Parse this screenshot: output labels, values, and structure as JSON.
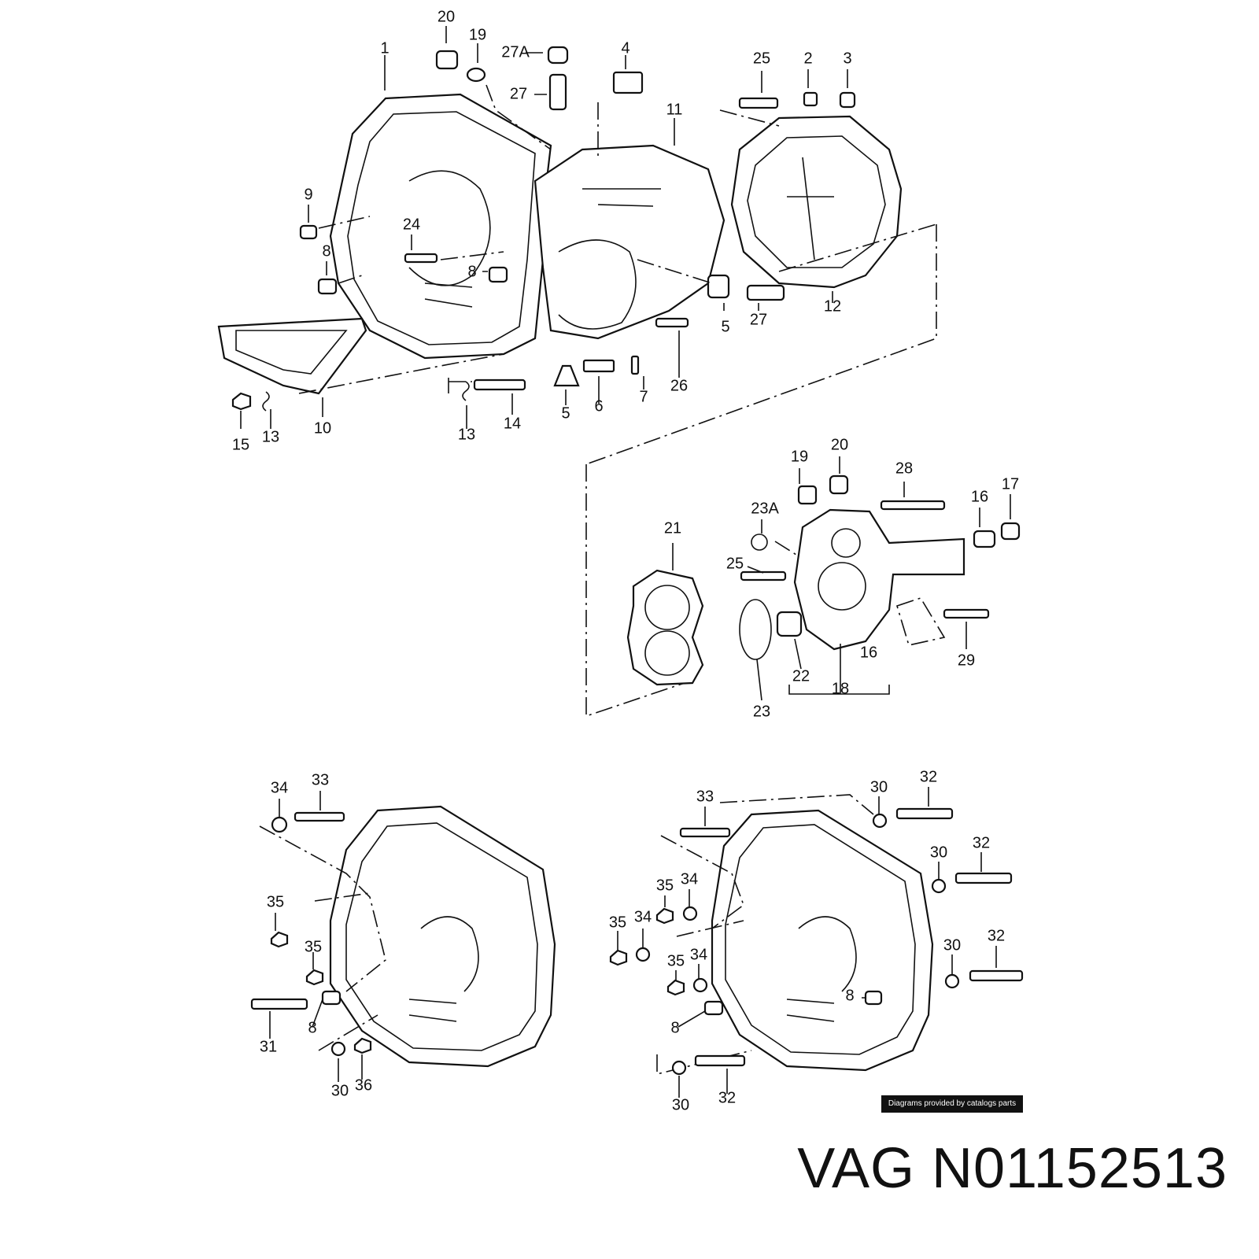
{
  "labels": {
    "top": [
      "20",
      "19",
      "27A",
      "27",
      "4",
      "1",
      "25",
      "2",
      "3",
      "11",
      "9",
      "24",
      "8",
      "8",
      "5",
      "27",
      "12",
      "26",
      "10",
      "13",
      "13",
      "14",
      "5",
      "6",
      "7",
      "15"
    ],
    "middle": [
      "19",
      "20",
      "28",
      "16",
      "17",
      "23A",
      "21",
      "25",
      "22",
      "18",
      "16",
      "23",
      "29"
    ],
    "bottom_left": [
      "34",
      "33",
      "35",
      "35",
      "31",
      "8",
      "30",
      "36"
    ],
    "bottom_right": [
      "33",
      "30",
      "32",
      "30",
      "32",
      "35",
      "34",
      "35",
      "34",
      "35",
      "34",
      "30",
      "32",
      "8",
      "8",
      "30",
      "32"
    ]
  },
  "credit": "Diagrams provided by catalogs parts",
  "caption": "VAG N01152513"
}
